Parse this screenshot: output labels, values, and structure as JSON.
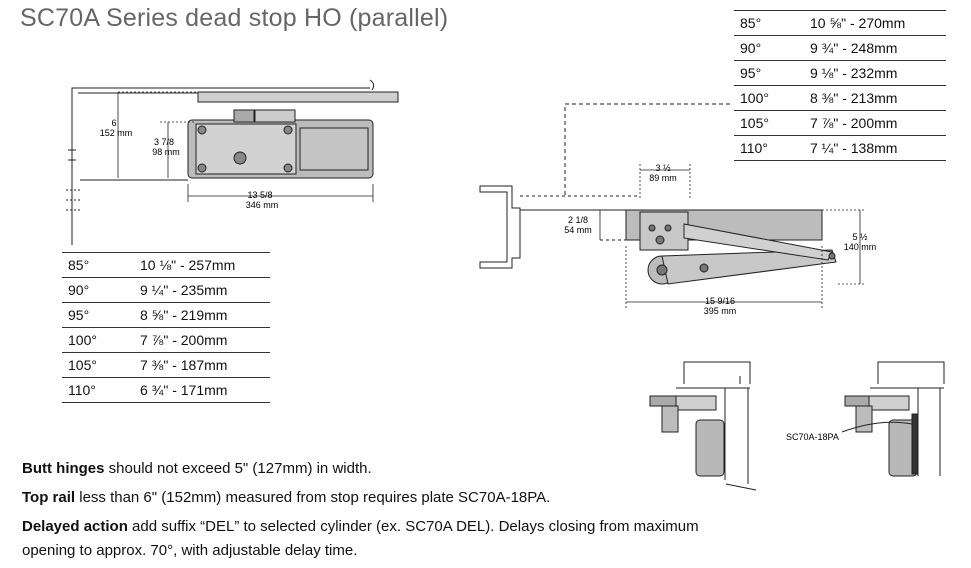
{
  "title": "SC70A Series dead stop HO (parallel)",
  "left_table": [
    {
      "angle": "85°",
      "dim": "10 ⅛\" - 257mm"
    },
    {
      "angle": "90°",
      "dim": "9 ¼\" - 235mm"
    },
    {
      "angle": "95°",
      "dim": "8 ⅝\" - 219mm"
    },
    {
      "angle": "100°",
      "dim": "7 ⅞\" - 200mm"
    },
    {
      "angle": "105°",
      "dim": "7 ⅜\" - 187mm"
    },
    {
      "angle": "110°",
      "dim": "6 ¾\" - 171mm"
    }
  ],
  "right_table": [
    {
      "angle": "85°",
      "dim": "10 ⅝\" - 270mm"
    },
    {
      "angle": "90°",
      "dim": "9 ¾\" - 248mm"
    },
    {
      "angle": "95°",
      "dim": "9 ⅛\" - 232mm"
    },
    {
      "angle": "100°",
      "dim": "8 ⅜\" - 213mm"
    },
    {
      "angle": "105°",
      "dim": "7 ⅞\" - 200mm"
    },
    {
      "angle": "110°",
      "dim": "7 ¼\" - 138mm"
    }
  ],
  "dimensions": {
    "height_in": "6",
    "height_mm": "152 mm",
    "body_in": "3 7/8",
    "body_mm": "98 mm",
    "length_in": "13 5/8",
    "length_mm": "346 mm",
    "arm_in": "3 ½",
    "arm_mm": "89 mm",
    "offset_in": "2 1/8",
    "offset_mm": "54 mm",
    "depth_in": "5 ½",
    "depth_mm": "140 mm",
    "total_in": "15 9/16",
    "total_mm": "395 mm"
  },
  "plate_label": "SC70A-18PA",
  "notes": [
    {
      "bold": "Butt hinges",
      "text": " should not exceed 5\" (127mm) in width."
    },
    {
      "bold": "Top rail",
      "text": " less than 6\" (152mm) measured from stop requires plate SC70A-18PA."
    },
    {
      "bold": "Delayed action",
      "text": " add suffix “DEL” to selected cylinder (ex. SC70A DEL).  Delays closing from maximum opening to approx. 70°, with adjustable delay time."
    }
  ],
  "colors": {
    "body_fill": "#b8b8b8",
    "line": "#222222",
    "title": "#666666"
  }
}
